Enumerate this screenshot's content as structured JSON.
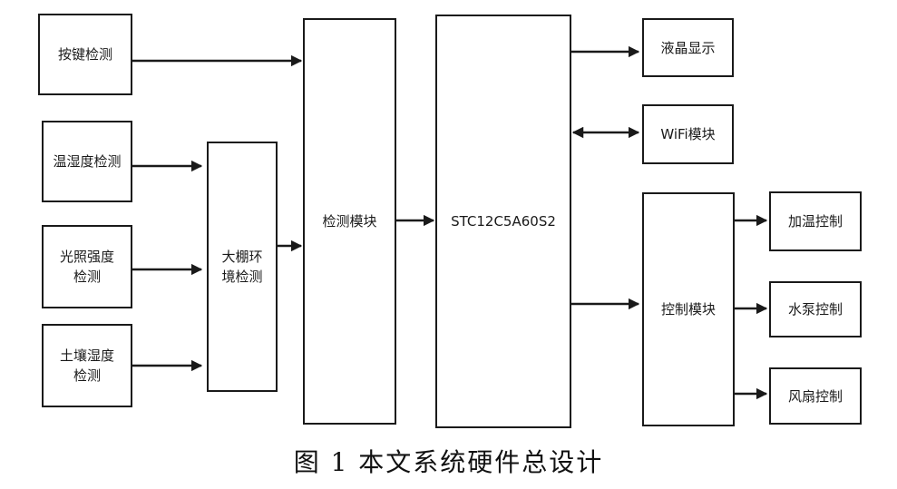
{
  "diagram": {
    "boxes": {
      "button_detect": "按键检测",
      "temp_humidity_detect": "温湿度检测",
      "light_intensity_detect": "光照强度检测",
      "soil_humidity_detect": "土壤湿度检测",
      "greenhouse_env_detect": "大棚环境检测",
      "detection_module": "检测模块",
      "mcu": "STC12C5A60S2",
      "lcd_display": "液晶显示",
      "wifi_module": "WiFi模块",
      "control_module": "控制模块",
      "heating_control": "加温控制",
      "pump_control": "水泵控制",
      "fan_control": "风扇控制"
    },
    "caption": "图 1 本文系统硬件总设计"
  }
}
